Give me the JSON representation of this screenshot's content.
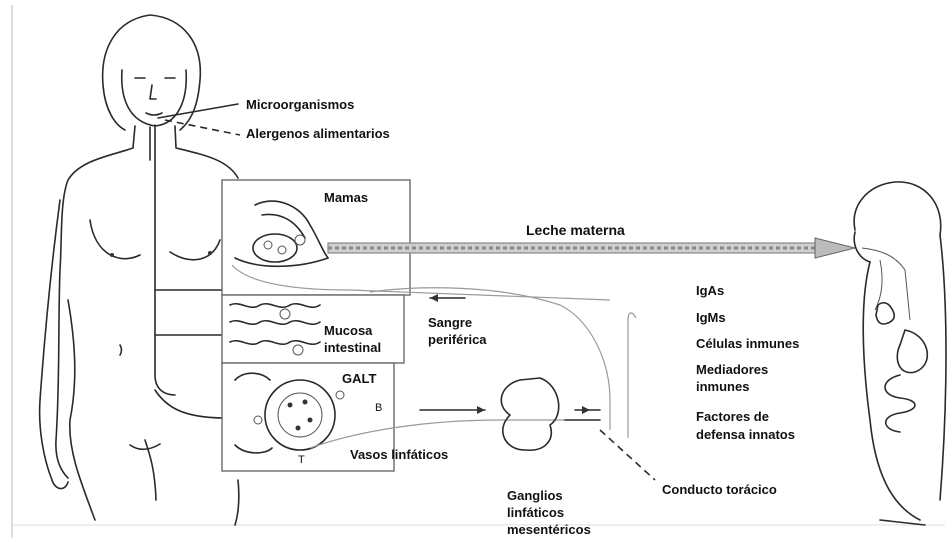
{
  "labels": {
    "microorganismos": "Microorganismos",
    "alergenos": "Alergenos alimentarios",
    "mamas": "Mamas",
    "leche_materna": "Leche materna",
    "mucosa_1": "Mucosa",
    "mucosa_2": "intestinal",
    "sangre_1": "Sangre",
    "sangre_2": "periférica",
    "galt": "GALT",
    "vasos": "Vasos linfáticos",
    "ganglios_1": "Ganglios",
    "ganglios_2": "linfáticos",
    "ganglios_3": "mesentéricos",
    "conducto": "Conducto torácico",
    "b_cell": "B",
    "t_cell": "T"
  },
  "milk_components": [
    "IgAs",
    "IgMs",
    "Células inmunes",
    "Mediadores",
    "inmunes",
    "Factores de",
    "defensa innatos"
  ]
}
